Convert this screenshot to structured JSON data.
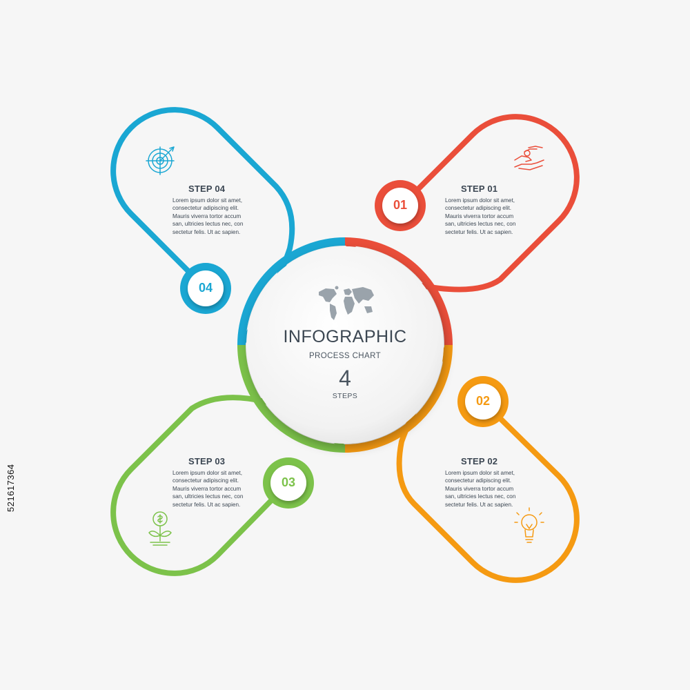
{
  "center": {
    "title": "INFOGRAPHIC",
    "subtitle": "PROCESS CHART",
    "count": "4",
    "count_label": "STEPS",
    "map_icon": "world-map-icon"
  },
  "steps": [
    {
      "number": "01",
      "title": "STEP 01",
      "color": "#ea4e3a",
      "icon": "hand-coin-icon",
      "body": [
        "Lorem ipsum dolor sit amet,",
        "consectetur adipiscing elit.",
        "Mauris viverra tortor accum",
        "san, ultricies lectus nec, con",
        "sectetur felis. Ut ac sapien."
      ]
    },
    {
      "number": "02",
      "title": "STEP 02",
      "color": "#f59a12",
      "icon": "lightbulb-icon",
      "body": [
        "Lorem ipsum dolor sit amet,",
        "consectetur adipiscing elit.",
        "Mauris viverra tortor accum",
        "san, ultricies lectus nec, con",
        "sectetur felis. Ut ac sapien."
      ]
    },
    {
      "number": "03",
      "title": "STEP 03",
      "color": "#7cc24a",
      "icon": "money-plant-icon",
      "body": [
        "Lorem ipsum dolor sit amet,",
        "consectetur adipiscing elit.",
        "Mauris viverra tortor accum",
        "san, ultricies lectus nec, con",
        "sectetur felis. Ut ac sapien."
      ]
    },
    {
      "number": "04",
      "title": "STEP 04",
      "color": "#1aa7d3",
      "icon": "target-icon",
      "body": [
        "Lorem ipsum dolor sit amet,",
        "consectetur adipiscing elit.",
        "Mauris viverra tortor accum",
        "san, ultricies lectus nec, con",
        "sectetur felis. Ut ac sapien."
      ]
    }
  ],
  "stock_id": "521617364"
}
